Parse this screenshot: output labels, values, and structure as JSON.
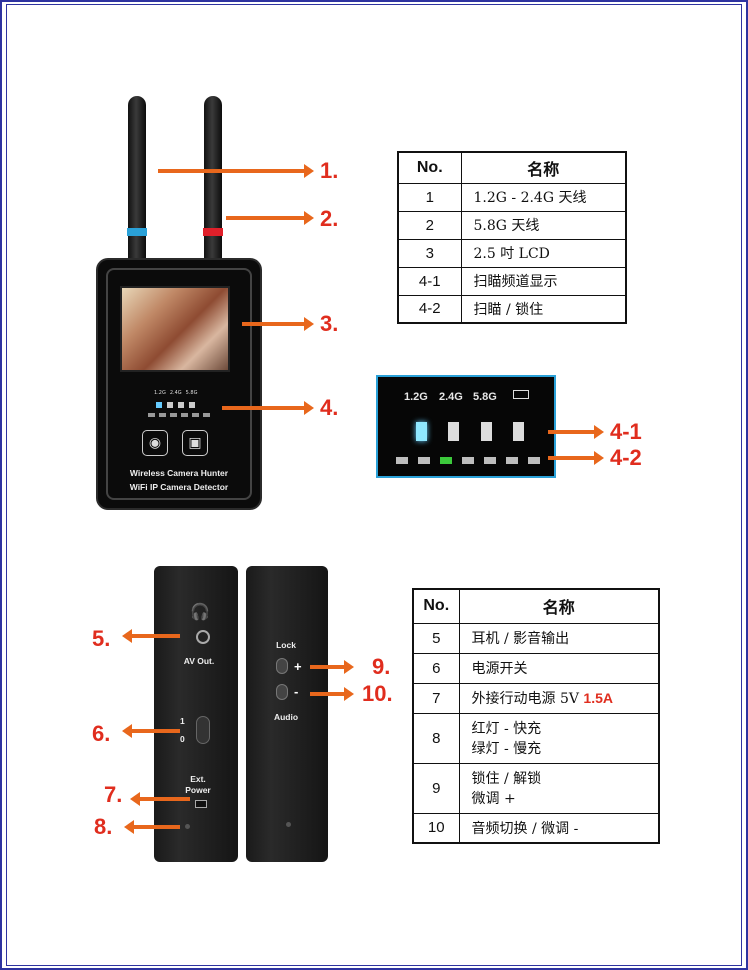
{
  "table1": {
    "header_no": "No.",
    "header_name": "名称",
    "rows": [
      {
        "no": "1",
        "name": "1.2G - 2.4G 天线"
      },
      {
        "no": "2",
        "name": "5.8G 天线"
      },
      {
        "no": "3",
        "name": "2.5 吋 LCD"
      },
      {
        "no": "4-1",
        "name": "扫瞄频道显示"
      },
      {
        "no": "4-2",
        "name": "扫瞄 / 锁住"
      }
    ]
  },
  "table2": {
    "header_no": "No.",
    "header_name": "名称",
    "rows": [
      {
        "no": "5",
        "name": "耳机 / 影音输出",
        "line2": ""
      },
      {
        "no": "6",
        "name": "电源开关",
        "line2": ""
      },
      {
        "no": "7",
        "name": "外接行动电源 5V",
        "line2": "",
        "highlight": "1.5A"
      },
      {
        "no": "8",
        "name": "红灯 - 快充",
        "line2": "绿灯 - 慢充"
      },
      {
        "no": "9",
        "name": "锁住 / 解锁",
        "line2": "微调 +"
      },
      {
        "no": "10",
        "name": "音频切换 / 微调 -",
        "line2": ""
      }
    ]
  },
  "callouts": {
    "c1": "1.",
    "c2": "2.",
    "c3": "3.",
    "c4": "4.",
    "c41": "4-1",
    "c42": "4-2",
    "c5": "5.",
    "c6": "6.",
    "c7": "7.",
    "c8": "8.",
    "c9": "9.",
    "c10": "10."
  },
  "device": {
    "line1": "Wireless Camera Hunter",
    "line2": "WiFi IP Camera Detector",
    "mini_labels": [
      "1.2G",
      "2.4G",
      "5.8G"
    ]
  },
  "panel": {
    "labels": [
      "1.2G",
      "2.4G",
      "5.8G"
    ]
  },
  "side": {
    "av_out": "AV Out.",
    "switch_on": "1",
    "switch_off": "0",
    "ext_power_1": "Ext.",
    "ext_power_2": "Power",
    "lock": "Lock",
    "audio": "Audio",
    "plus": "+",
    "minus": "-"
  },
  "colors": {
    "accent_orange": "#e8671c",
    "callout_red": "#e02d1e",
    "frame_blue": "#2e33a0",
    "panel_border": "#2aa1d8"
  },
  "icons": [
    "headphone-icon",
    "camera-wifi-icon",
    "cctv-icon",
    "battery-icon"
  ]
}
